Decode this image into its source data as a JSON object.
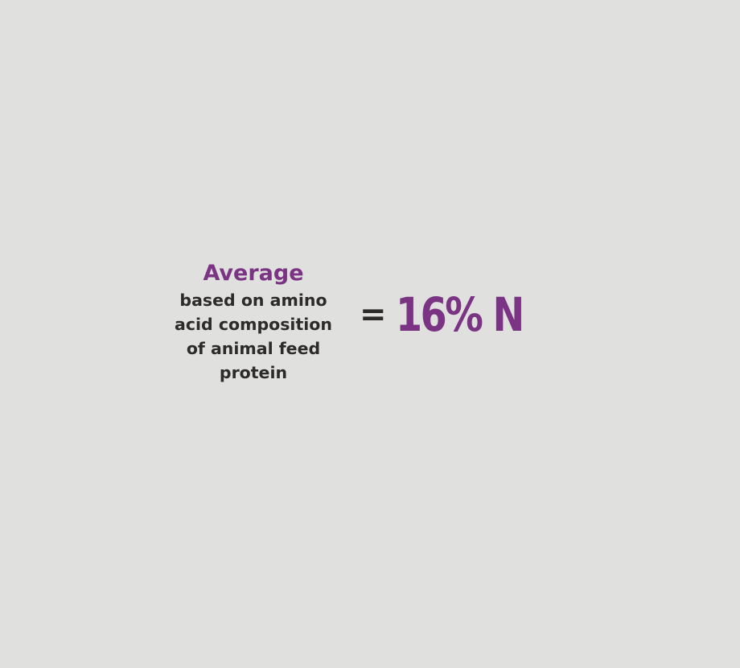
{
  "left": {
    "heading": "Average",
    "description_lines": [
      "based on amino",
      "acid composition",
      "of animal feed",
      "protein"
    ]
  },
  "operator": "=",
  "result": "16% N",
  "colors": {
    "background": "#e0e0df",
    "accent": "#7b3384",
    "text": "#2d2a2a"
  }
}
